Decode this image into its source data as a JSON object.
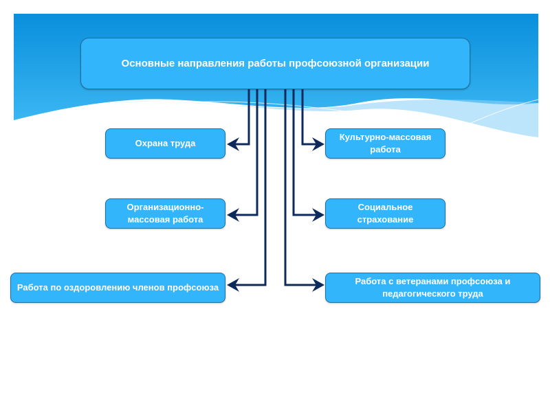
{
  "title": "Основные направления работы профсоюзной организации",
  "left_items": [
    "Охрана труда",
    "Организационно-массовая работа",
    "Работа по оздоровлению членов профсоюза"
  ],
  "right_items": [
    "Культурно-массовая работа",
    "Социальное страхование",
    "Работа с ветеранами профсоюза и педагогического труда"
  ],
  "colors": {
    "box": "#33b5fb",
    "connector": "#0e2a5c",
    "band": "#0f95e0"
  }
}
